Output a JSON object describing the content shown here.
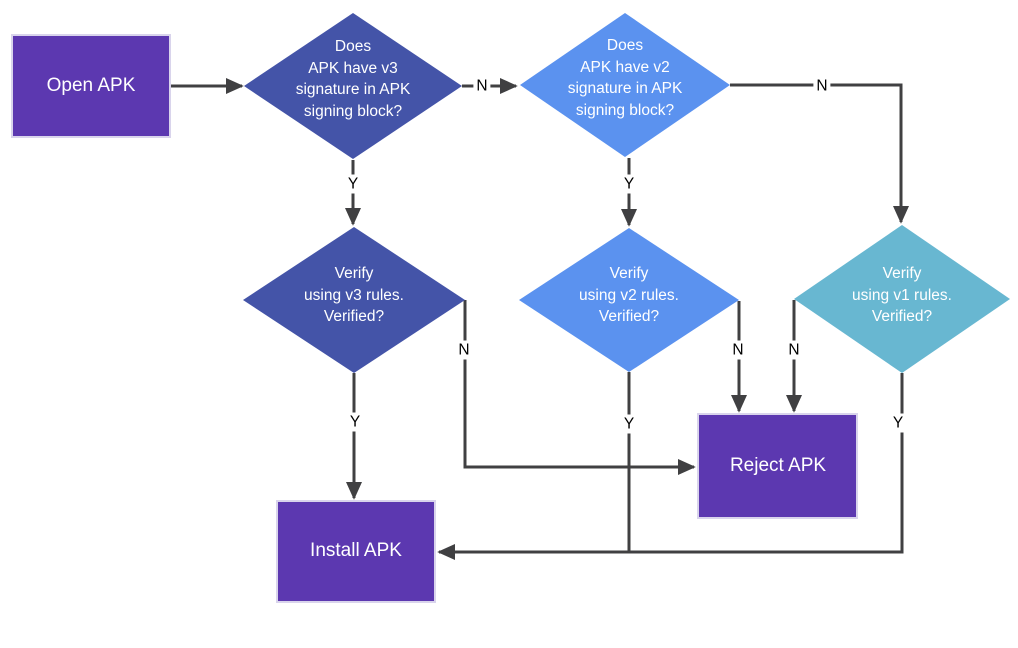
{
  "colors": {
    "background": "#FFFFFF",
    "process_fill": "#5C38B0",
    "process_border": "#D9D4EC",
    "decision_v3_fill": "#4454A8",
    "decision_v2_fill": "#5B92EF",
    "decision_v1_fill": "#68B7D1",
    "edge": "#404042",
    "node_text": "#FFFFFF",
    "edge_label_text": "#000000"
  },
  "nodes": {
    "open": {
      "type": "process",
      "label": "Open APK"
    },
    "q_v3": {
      "type": "decision",
      "label": "Does\nAPK have v3\nsignature in APK\nsigning block?"
    },
    "q_v2": {
      "type": "decision",
      "label": "Does\nAPK have v2\nsignature in APK\nsigning block?"
    },
    "verify_v3": {
      "type": "decision",
      "label": "Verify\nusing v3 rules.\nVerified?"
    },
    "verify_v2": {
      "type": "decision",
      "label": "Verify\nusing v2 rules.\nVerified?"
    },
    "verify_v1": {
      "type": "decision",
      "label": "Verify\nusing v1 rules.\nVerified?"
    },
    "reject": {
      "type": "process",
      "label": "Reject APK"
    },
    "install": {
      "type": "process",
      "label": "Install APK"
    }
  },
  "edges": {
    "open_to_qv3": {
      "from": "open",
      "to": "q_v3",
      "label": ""
    },
    "qv3_no_qv2": {
      "from": "q_v3",
      "to": "q_v2",
      "label": "N"
    },
    "qv3_yes_verifyv3": {
      "from": "q_v3",
      "to": "verify_v3",
      "label": "Y"
    },
    "qv2_yes_verifyv2": {
      "from": "q_v2",
      "to": "verify_v2",
      "label": "Y"
    },
    "qv2_no_verifyv1": {
      "from": "q_v2",
      "to": "verify_v1",
      "label": "N"
    },
    "verifyv3_yes_install": {
      "from": "verify_v3",
      "to": "install",
      "label": "Y"
    },
    "verifyv3_no_reject": {
      "from": "verify_v3",
      "to": "reject",
      "label": "N"
    },
    "verifyv2_yes_install": {
      "from": "verify_v2",
      "to": "install",
      "label": "Y"
    },
    "verifyv2_no_reject": {
      "from": "verify_v2",
      "to": "reject",
      "label": "N"
    },
    "verifyv1_no_reject": {
      "from": "verify_v1",
      "to": "reject",
      "label": "N"
    },
    "verifyv1_yes_install": {
      "from": "verify_v1",
      "to": "install",
      "label": "Y"
    }
  }
}
